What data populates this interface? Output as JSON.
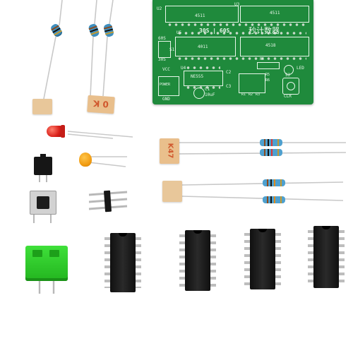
{
  "photo": {
    "background_color": "#ffffff",
    "pcb_color": "#1f8a3c",
    "silkscreen_color": "#e8f6ea",
    "terminal_color": "#2ec82b",
    "ic_color": "#161616"
  },
  "pcb": {
    "labels": {
      "u2": "U2",
      "u3": "U3",
      "u4": "U4",
      "u5": "U5",
      "ic_4511_left": "4511",
      "ic_4511_right": "4511",
      "ic_4011": "4011",
      "ic_4518": "4518",
      "ic_ne555": "NE555",
      "title_en": "30S | 60S",
      "title_cn": "秒计数器",
      "switch_60s": "60S",
      "switch_30s": "30S",
      "s1": "S1",
      "vcc": "VCC",
      "power": "POWER",
      "gnd": "GND",
      "c1": "C1",
      "c1_value": "10uF",
      "c2": "C2",
      "c3": "C3",
      "r1": "R1",
      "r2": "R2",
      "r3": "R3",
      "r4": "R4",
      "r5": "R5",
      "r6": "R6",
      "s2": "S2",
      "clr": "CLR",
      "led": "LED",
      "led_ref": "LED"
    }
  },
  "components": {
    "potentiometer_left_marking": "",
    "potentiometer_center_marking": "0 K",
    "potentiometer_right_marking": "K47",
    "potentiometer_lower_marking": ""
  }
}
